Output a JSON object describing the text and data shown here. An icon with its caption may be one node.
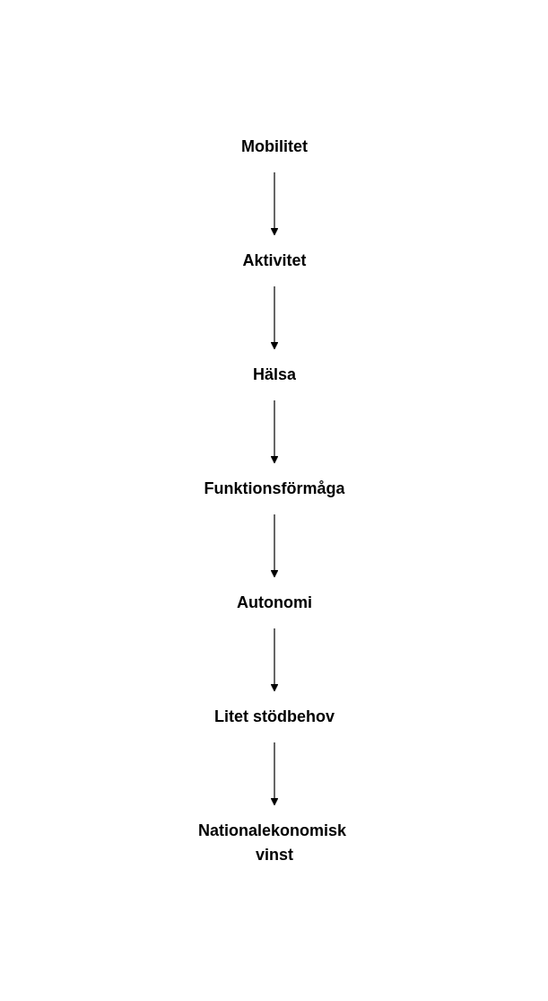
{
  "diagram": {
    "nodes": [
      {
        "text": [
          "Mobilitet"
        ]
      },
      {
        "text": [
          "Aktivitet"
        ]
      },
      {
        "text": [
          "Hälsa"
        ]
      },
      {
        "text": [
          "Funktionsförmåga"
        ]
      },
      {
        "text": [
          "Autonomi"
        ]
      },
      {
        "text": [
          "Litet stödbehov"
        ]
      },
      {
        "text": [
          "Nationalekonomisk vinst"
        ]
      }
    ],
    "edges": [
      {
        "from": 0,
        "to": 1,
        "arrow": "to"
      },
      {
        "from": 1,
        "to": 2,
        "arrow": "to"
      },
      {
        "from": 2,
        "to": 3,
        "arrow": "to"
      },
      {
        "from": 3,
        "to": 4,
        "arrow": "to"
      },
      {
        "from": 4,
        "to": 5,
        "arrow": "to"
      },
      {
        "from": 5,
        "to": 6,
        "arrow": "to"
      }
    ]
  }
}
